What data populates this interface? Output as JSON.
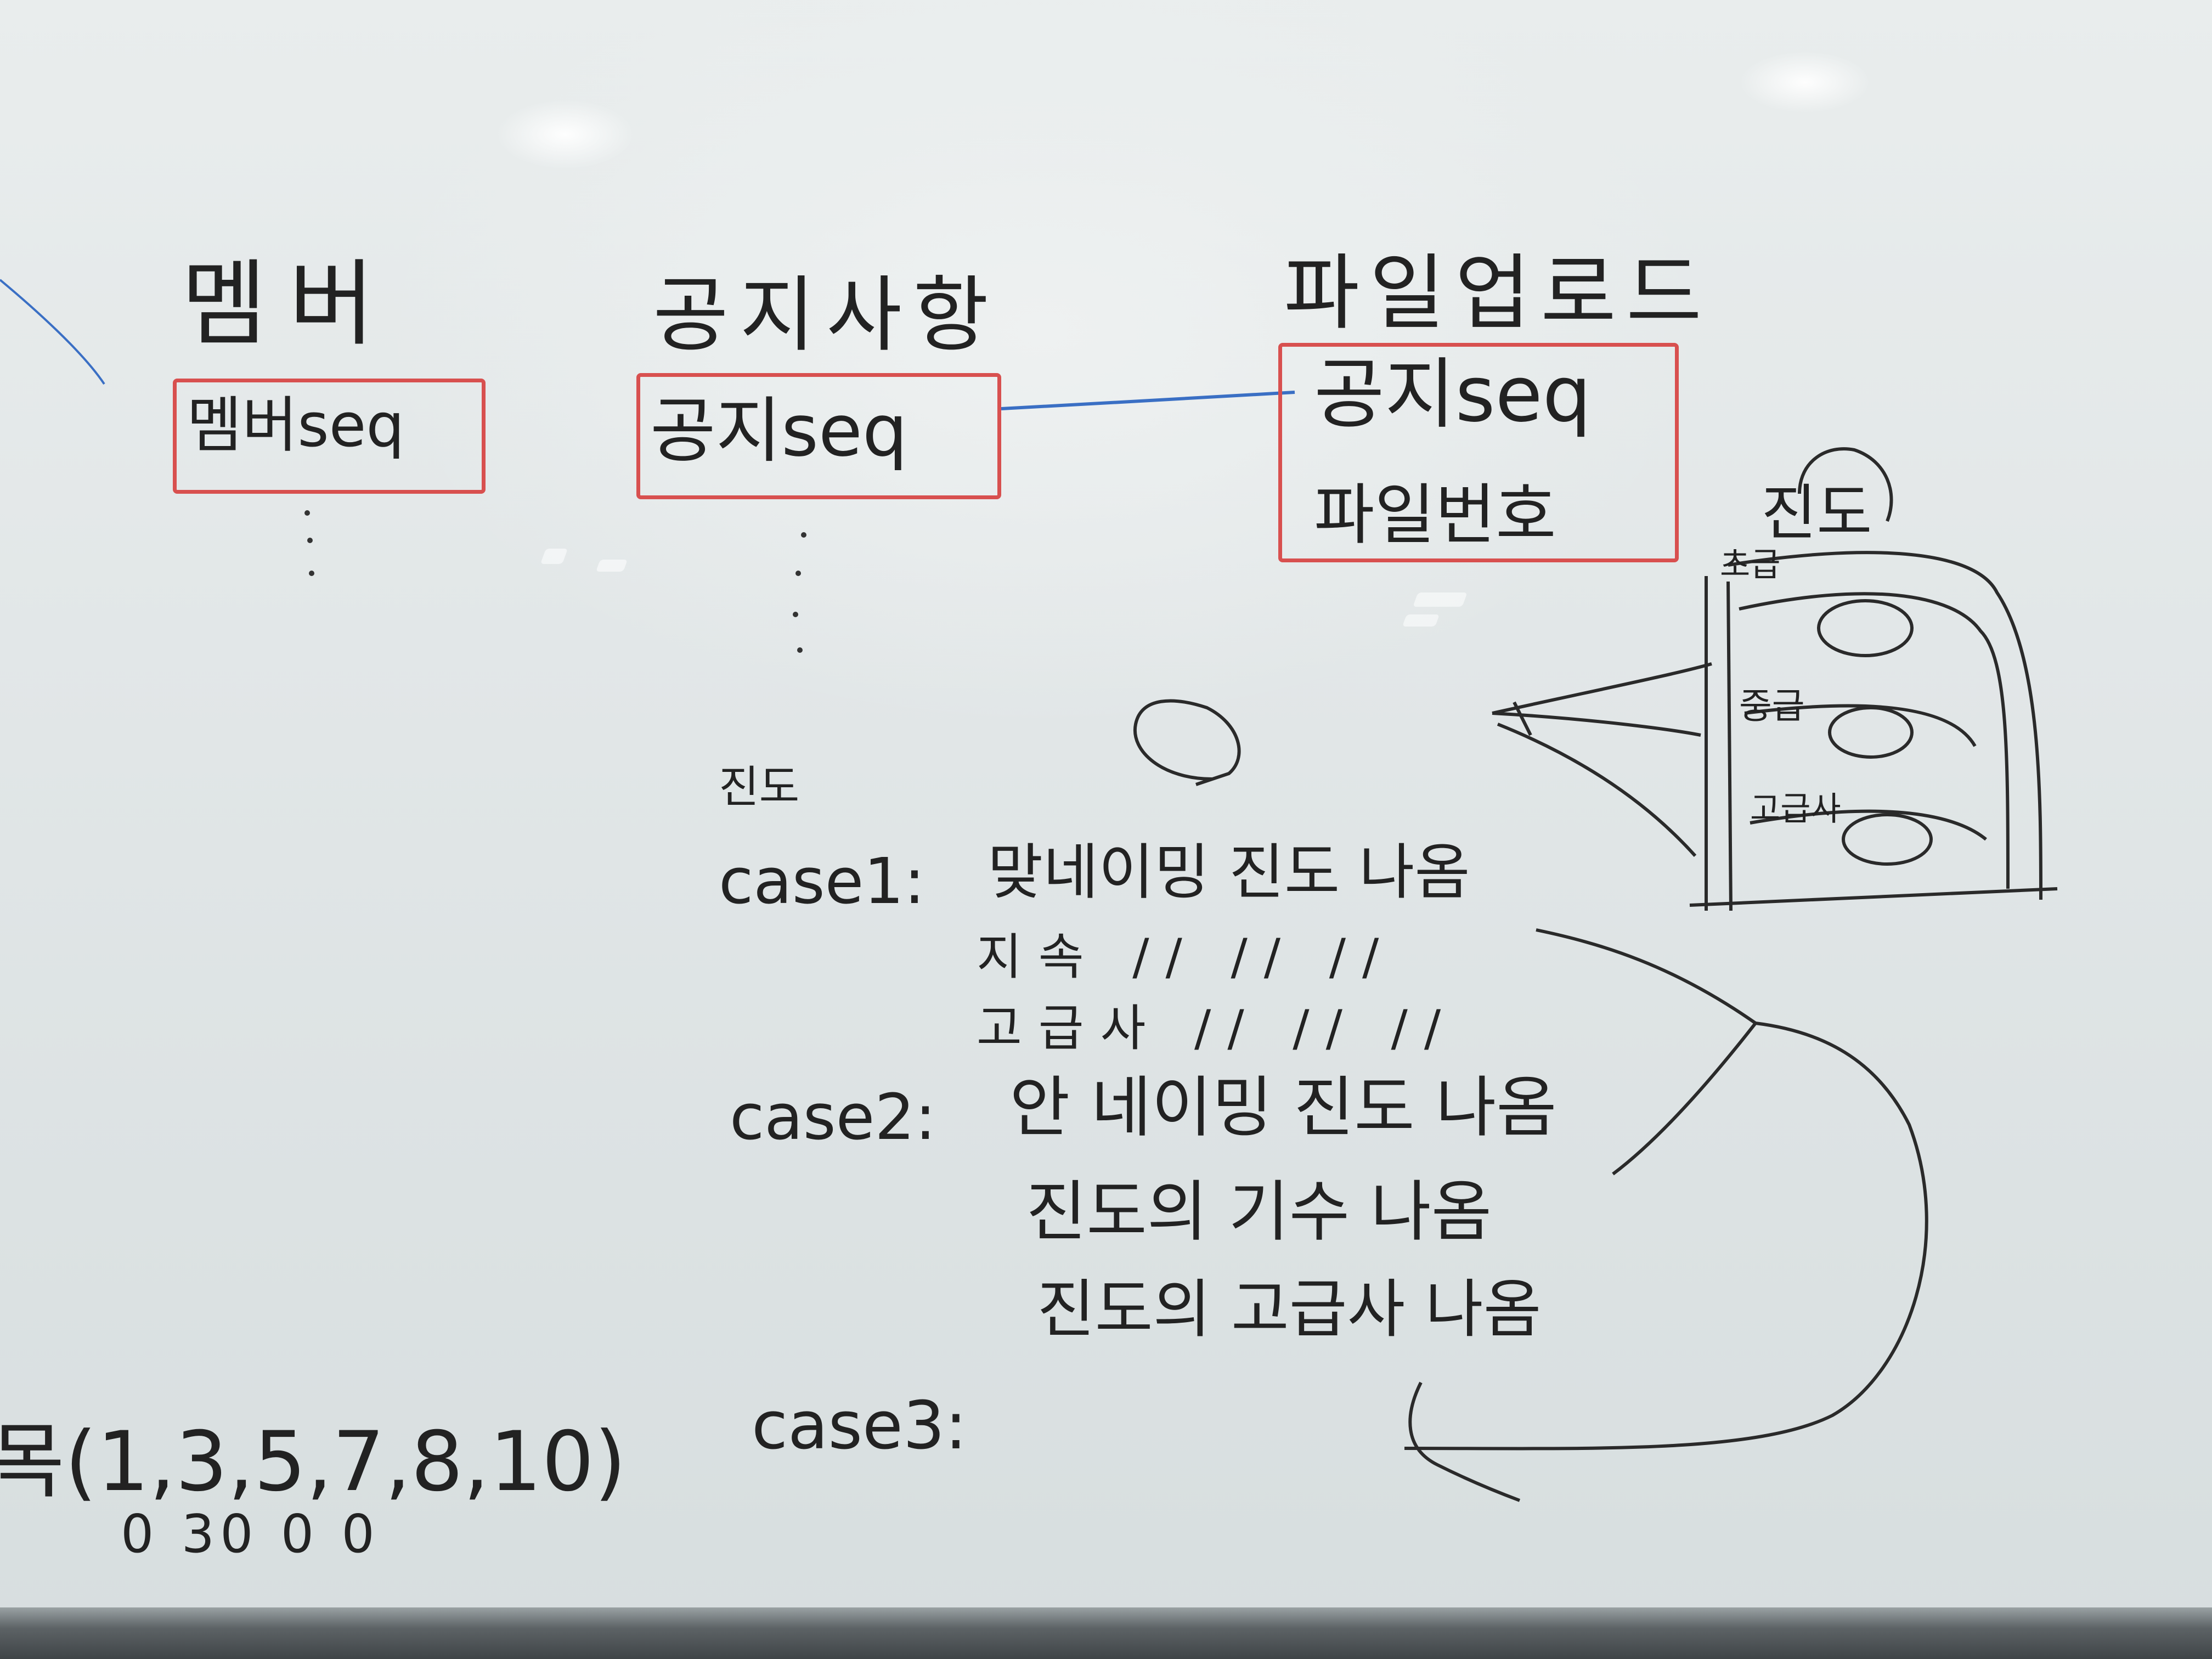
{
  "board": {
    "entities": [
      {
        "title": "멤버",
        "fields": [
          "멤버seq"
        ]
      },
      {
        "title": "공지사항",
        "fields": [
          "공지seq"
        ]
      },
      {
        "title": "파일업로드",
        "fields": [
          "공지seq",
          "파일번호"
        ]
      }
    ],
    "section_title": "진도",
    "cases": [
      {
        "label": "case1:",
        "lines": [
          "맞네이밍 진도 나옴",
          "지속 //  //  //",
          "고급사 //  //  //"
        ]
      },
      {
        "label": "case2:",
        "lines": [
          "안 네이밍 진도 나옴",
          "진도의 기수 나옴",
          "진도의 고급사 나옴"
        ]
      },
      {
        "label": "case3:",
        "lines": []
      }
    ],
    "cabinet_labels": [
      "진도",
      "초급",
      "중급",
      "고급사"
    ],
    "bottom_left": "목(1,3,5,7,8,10)",
    "bottom_left_sub": "0 30 0 0"
  },
  "colors": {
    "ink": "#222222",
    "red_marker": "#d8504f",
    "blue_marker": "#3a6fc4",
    "board": "#e6eaea"
  }
}
